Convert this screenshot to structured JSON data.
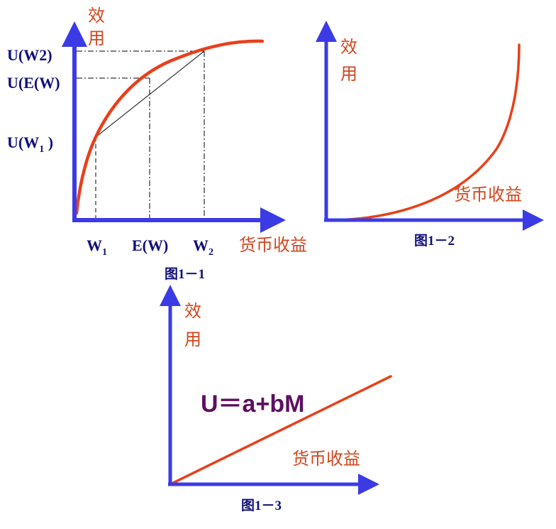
{
  "colors": {
    "axis": "#3b3be6",
    "curve": "#e8401a",
    "label_cn": "#d2461e",
    "tick_label": "#10107a",
    "equation": "#5e0f60",
    "guide": "#000000"
  },
  "chart_data": [
    {
      "type": "line",
      "title": "图1－1",
      "ylabel": "效用",
      "xlabel": "货币收益",
      "description": "Concave utility function (risk averse)",
      "x_ticks": [
        "W1",
        "E(W)",
        "W2"
      ],
      "y_ticks": [
        "U(W1 )",
        "U(E(W)",
        "U(W2)"
      ],
      "series": [
        {
          "name": "utility-curve",
          "shape": "concave"
        },
        {
          "name": "chord",
          "from": "(W1, U(W1))",
          "to": "(W2, U(W2))"
        }
      ],
      "guides": [
        "dashed vertical at W1, E(W), W2",
        "dash-dot horizontal at U(W2), U(E(W))"
      ]
    },
    {
      "type": "line",
      "title": "图1－2",
      "ylabel": "效用",
      "xlabel": "货币收益",
      "description": "Convex utility function (risk seeking)",
      "series": [
        {
          "name": "utility-curve",
          "shape": "convex"
        }
      ]
    },
    {
      "type": "line",
      "title": "图1－3",
      "ylabel": "效用",
      "xlabel": "货币收益",
      "description": "Linear utility function (risk neutral)",
      "annotation": "U＝a+bM",
      "series": [
        {
          "name": "utility-line",
          "shape": "linear"
        }
      ]
    }
  ],
  "fig1": {
    "ylabel_1": "效",
    "ylabel_2": "用",
    "xlabel": "货币收益",
    "y_tick_w2": "U(W2)",
    "y_tick_ew": "U(E(W)",
    "y_tick_w1_main": "U(W",
    "y_tick_w1_sub": "1",
    "y_tick_w1_close": " )",
    "x_tick_w1": "W",
    "x_tick_w1_sub": "1",
    "x_tick_ew": "E(W)",
    "x_tick_w2": "W",
    "x_tick_w2_sub": "2",
    "caption": "图1－1"
  },
  "fig2": {
    "ylabel_1": "效",
    "ylabel_2": "用",
    "xlabel": "货币收益",
    "caption": "图1－2"
  },
  "fig3": {
    "ylabel_1": "效",
    "ylabel_2": "用",
    "xlabel": "货币收益",
    "equation": "U＝a+bM",
    "caption": "图1－3"
  }
}
